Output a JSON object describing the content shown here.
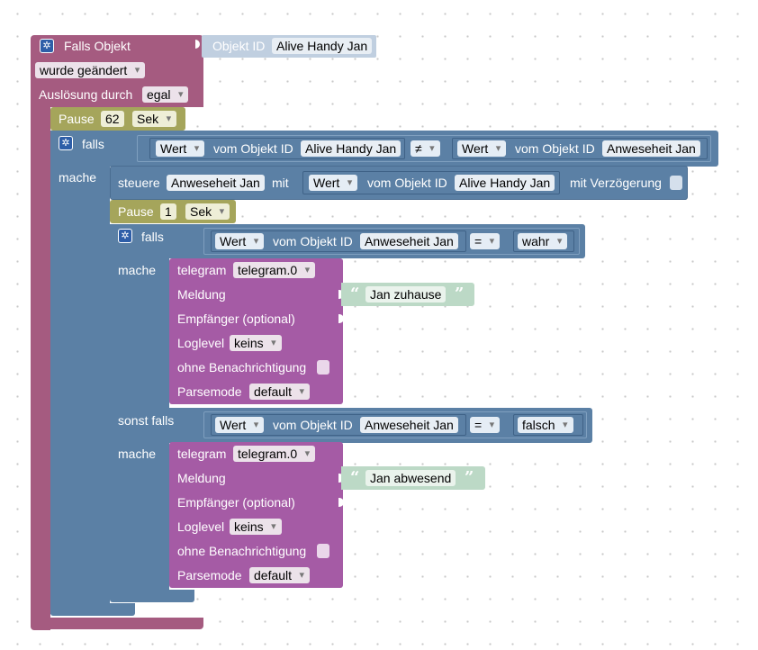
{
  "event": {
    "title": "Falls Objekt",
    "objid_label": "Objekt ID",
    "objid_value": "Alive Handy Jan",
    "changed": "wurde geändert",
    "trigger_label": "Auslösung durch",
    "trigger_value": "egal"
  },
  "pause1": {
    "label": "Pause",
    "value": "62",
    "unit": "Sek"
  },
  "if1": {
    "label": "falls",
    "left": {
      "prop": "Wert",
      "label": "vom Objekt ID",
      "obj": "Alive Handy Jan"
    },
    "op": "≠",
    "right": {
      "prop": "Wert",
      "label": "vom Objekt ID",
      "obj": "Anweseheit Jan"
    },
    "do_label": "mache"
  },
  "control": {
    "label": "steuere",
    "target": "Anweseheit Jan",
    "with": "mit",
    "value": {
      "prop": "Wert",
      "label": "vom Objekt ID",
      "obj": "Alive Handy Jan"
    },
    "delay_label": "mit Verzögerung"
  },
  "pause2": {
    "label": "Pause",
    "value": "1",
    "unit": "Sek"
  },
  "if2": {
    "label": "falls",
    "cond": {
      "prop": "Wert",
      "label": "vom Objekt ID",
      "obj": "Anweseheit Jan",
      "op": "=",
      "val": "wahr"
    },
    "do_label": "mache",
    "elseif_label": "sonst falls",
    "cond2": {
      "prop": "Wert",
      "label": "vom Objekt ID",
      "obj": "Anweseheit Jan",
      "op": "=",
      "val": "falsch"
    },
    "do2_label": "mache"
  },
  "tg1": {
    "title": "telegram",
    "instance": "telegram.0",
    "msg_label": "Meldung",
    "msg_value": "Jan zuhause",
    "recv_label": "Empfänger (optional)",
    "log_label": "Loglevel",
    "log_value": "keins",
    "silent_label": "ohne Benachrichtigung",
    "parse_label": "Parsemode",
    "parse_value": "default"
  },
  "tg2": {
    "title": "telegram",
    "instance": "telegram.0",
    "msg_label": "Meldung",
    "msg_value": "Jan abwesend",
    "recv_label": "Empfänger (optional)",
    "log_label": "Loglevel",
    "log_value": "keins",
    "silent_label": "ohne Benachrichtigung",
    "parse_label": "Parsemode",
    "parse_value": "default"
  },
  "glyphs": {
    "gear": "✲",
    "quote_open": "“",
    "quote_close": "”"
  },
  "colors": {
    "event": "#a55b80",
    "logic": "#5b80a5",
    "timer": "#a5a55b",
    "message": "#a55ba5",
    "text": "#bcd9c6",
    "objid": "#c0cfe0"
  }
}
